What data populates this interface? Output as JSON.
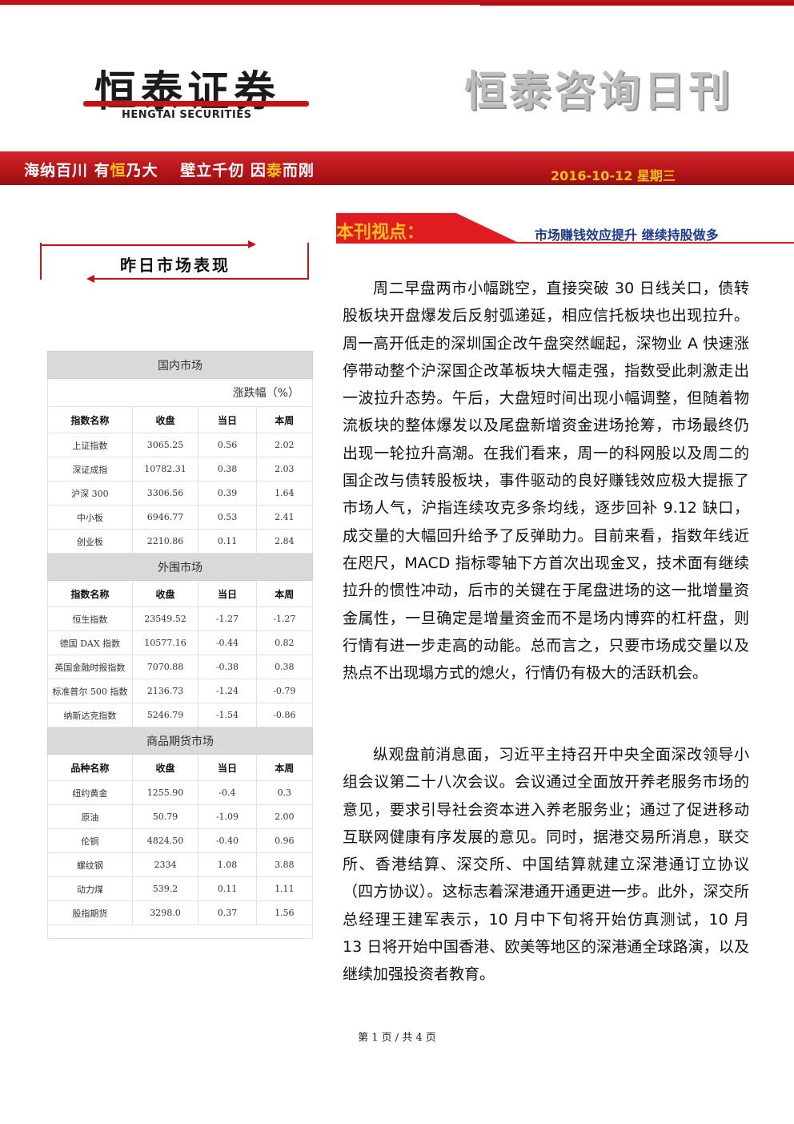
{
  "header": {
    "logo_cn": "恒泰证券",
    "logo_en": "HENGTAI SECURITIES",
    "daily_title": "恒泰咨询日刊",
    "motto_parts": [
      "海纳百川 有",
      "恒",
      "乃大　 壁立千仞 因",
      "泰",
      "而刚"
    ],
    "date": "2016-10-12  星期三"
  },
  "market": {
    "section_title": "昨日市场表现",
    "unit_label": "涨跌幅（%）",
    "domestic": {
      "title": "国内市场",
      "headers": [
        "指数名称",
        "收盘",
        "当日",
        "本周"
      ],
      "rows": [
        [
          "上证指数",
          "3065.25",
          "0.56",
          "2.02"
        ],
        [
          "深证成指",
          "10782.31",
          "0.38",
          "2.03"
        ],
        [
          "沪深 300",
          "3306.56",
          "0.39",
          "1.64"
        ],
        [
          "中小板",
          "6946.77",
          "0.53",
          "2.41"
        ],
        [
          "创业板",
          "2210.86",
          "0.11",
          "2.84"
        ]
      ]
    },
    "foreign": {
      "title": "外围市场",
      "headers": [
        "指数名称",
        "收盘",
        "当日",
        "本周"
      ],
      "rows": [
        [
          "恒生指数",
          "23549.52",
          "-1.27",
          "-1.27"
        ],
        [
          "德国 DAX 指数",
          "10577.16",
          "-0.44",
          "0.82"
        ],
        [
          "英国金融时报指数",
          "7070.88",
          "-0.38",
          "0.38"
        ],
        [
          "标准普尔 500 指数",
          "2136.73",
          "-1.24",
          "-0.79"
        ],
        [
          "纳斯达克指数",
          "5246.79",
          "-1.54",
          "-0.86"
        ]
      ]
    },
    "commodity": {
      "title": "商品期货市场",
      "headers": [
        "品种名称",
        "收盘",
        "当日",
        "本周"
      ],
      "rows": [
        [
          "纽约黄金",
          "1255.90",
          "-0.4",
          "0.3"
        ],
        [
          "原油",
          "50.79",
          "-1.09",
          "2.00"
        ],
        [
          "伦铜",
          "4824.50",
          "-0.40",
          "0.96"
        ],
        [
          "螺纹钢",
          "2334",
          "1.08",
          "3.88"
        ],
        [
          "动力煤",
          "539.2",
          "0.11",
          "1.11"
        ],
        [
          "股指期货",
          "3298.0",
          "0.37",
          "1.56"
        ]
      ]
    }
  },
  "viewpoint": {
    "label": "本刊视点：",
    "subtitle": "市场赚钱效应提升 继续持股做多",
    "paragraphs": [
      "周二早盘两市小幅跳空，直接突破 30 日线关口，债转股板块开盘爆发后反射弧递延，相应信托板块也出现拉升。周一高开低走的深圳国企改午盘突然崛起，深物业 A 快速涨停带动整个沪深国企改革板块大幅走强，指数受此刺激走出一波拉升态势。午后，大盘短时间出现小幅调整，但随着物流板块的整体爆发以及尾盘新增资金进场抢筹，市场最终仍出现一轮拉升高潮。在我们看来，周一的科网股以及周二的国企改与债转股板块，事件驱动的良好赚钱效应极大提振了市场人气，沪指连续攻克多条均线，逐步回补 9.12 缺口，成交量的大幅回升给予了反弹助力。目前来看，指数年线近在咫尺，MACD 指标零轴下方首次出现金叉，技术面有继续拉升的惯性冲动，后市的关键在于尾盘进场的这一批增量资金属性，一旦确定是增量资金而不是场内博弈的杠杆盘，则行情有进一步走高的动能。总而言之，只要市场成交量以及热点不出现塌方式的熄火，行情仍有极大的活跃机会。",
      "纵观盘前消息面，习近平主持召开中央全面深改领导小组会议第二十八次会议。会议通过全面放开养老服务市场的意见，要求引导社会资本进入养老服务业；通过了促进移动互联网健康有序发展的意见。同时，据港交易所消息，联交所、香港结算、深交所、中国结算就建立深港通订立协议（四方协议）。这标志着深港通开通更进一步。此外，深交所总经理王建军表示，10 月中下旬将开始仿真测试，10 月 13 日将开始中国香港、欧美等地区的深港通全球路演，以及继续加强投资者教育。"
    ]
  },
  "footer": "第 1 页 / 共 4 页",
  "colors": {
    "brand_red": "#c2131a",
    "gold": "#f4c21a",
    "navy": "#1f3a8a"
  }
}
